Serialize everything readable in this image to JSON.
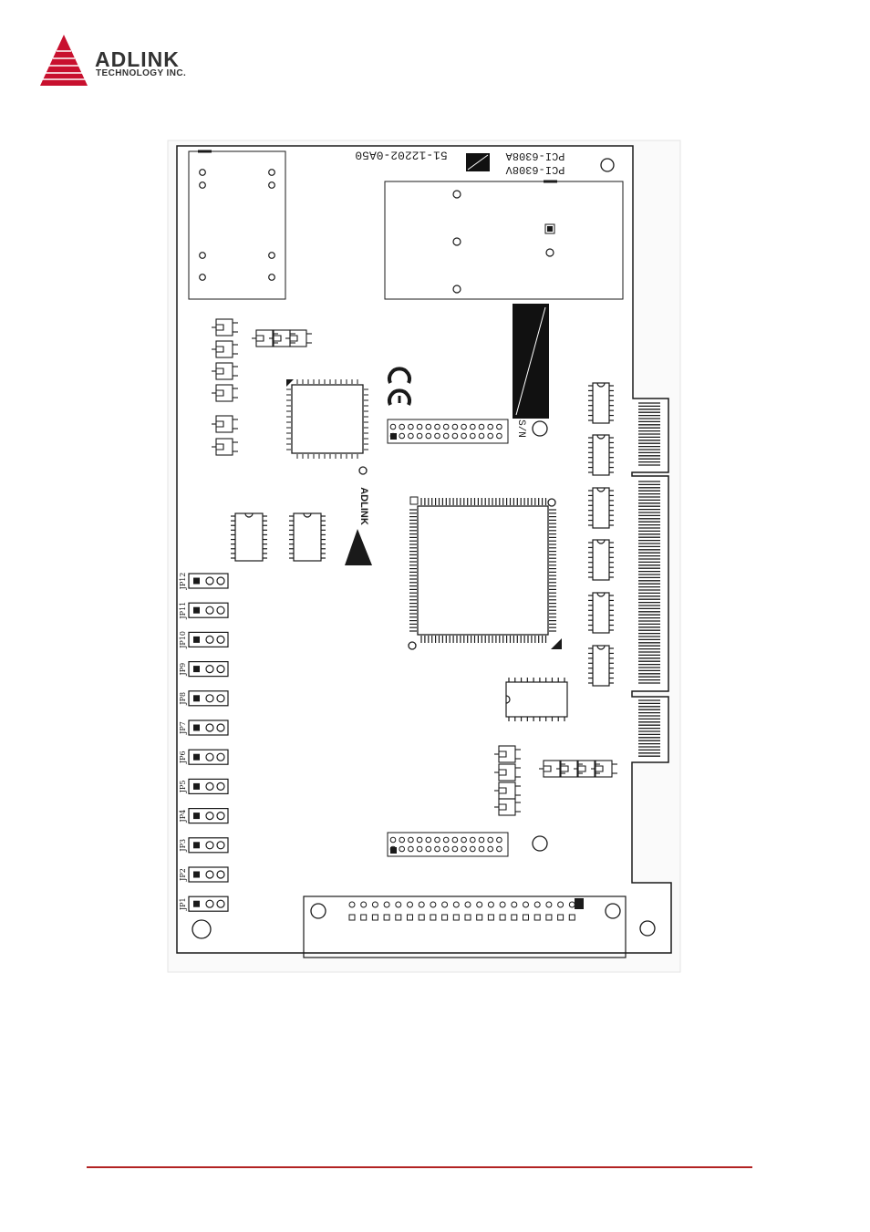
{
  "header": {
    "brand_name": "ADLINK",
    "brand_sub": "TECHNOLOGY INC.",
    "brand_color": "#c8102e"
  },
  "figure": {
    "pcb_code": "51-12202-0A50",
    "model_a": "PCI-6308A",
    "model_v": "PCI-6308V",
    "sn_label": "S/N",
    "silk_logo": "ADLINK",
    "jumpers": [
      "JP12",
      "JP11",
      "JP10",
      "JP9",
      "JP8",
      "JP7",
      "JP6",
      "JP5",
      "JP4",
      "JP3",
      "JP2",
      "JP1"
    ]
  },
  "footer": {
    "rule_color": "#b22222"
  }
}
